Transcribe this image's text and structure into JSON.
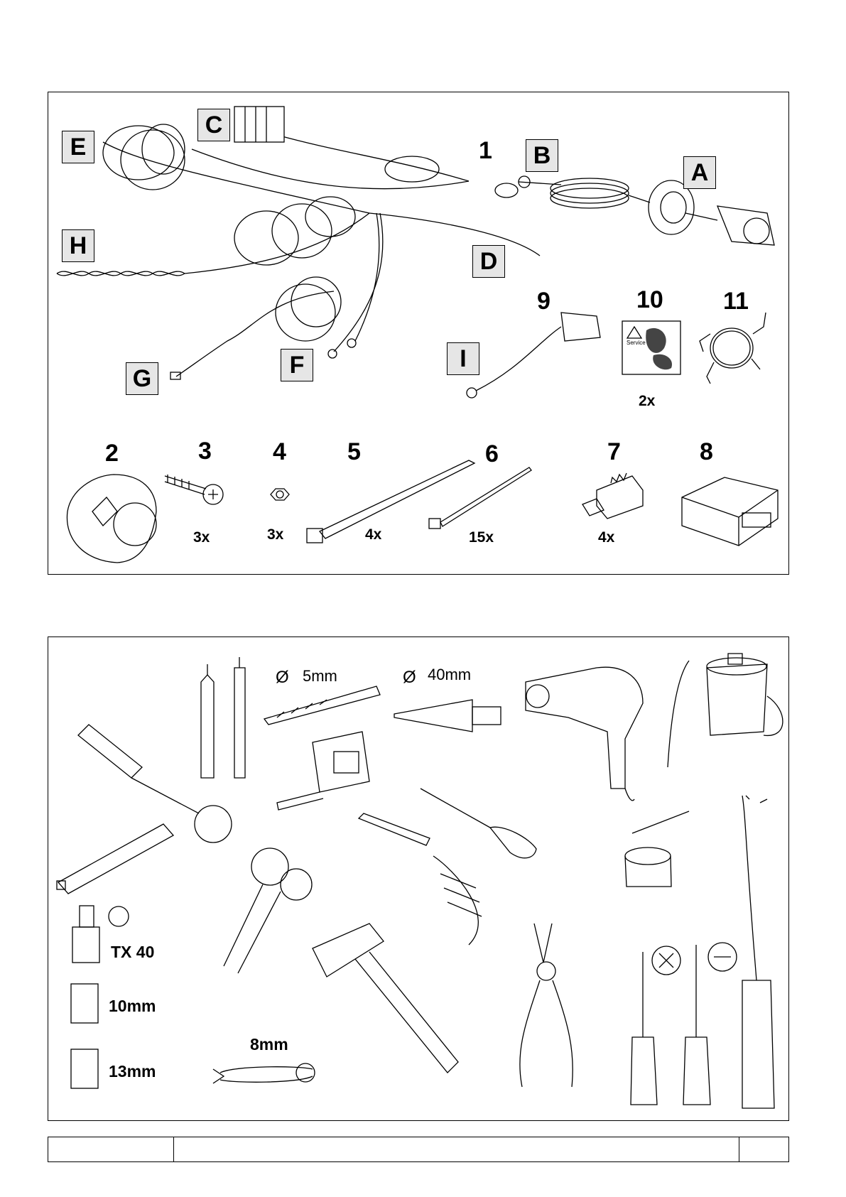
{
  "kit": {
    "letter_labels": [
      "A",
      "B",
      "C",
      "D",
      "E",
      "F",
      "G",
      "H",
      "I"
    ],
    "part_numbers": [
      "1",
      "2",
      "3",
      "4",
      "5",
      "6",
      "7",
      "8",
      "9",
      "10",
      "11"
    ],
    "quantities": {
      "q3": "3x",
      "q4": "3x",
      "q5": "4x",
      "q6": "15x",
      "q7": "4x",
      "q10": "2x"
    },
    "sticker_text": "Service"
  },
  "tools": {
    "drill_bit_small": "5mm",
    "drill_bit_large": "40mm",
    "diameter_symbol": "Ø",
    "torx_label": "TX 40",
    "socket_10": "10mm",
    "socket_13": "13mm",
    "wrench_label": "8mm"
  },
  "footer": {
    "cell_1": "",
    "cell_2": "",
    "cell_3": ""
  }
}
